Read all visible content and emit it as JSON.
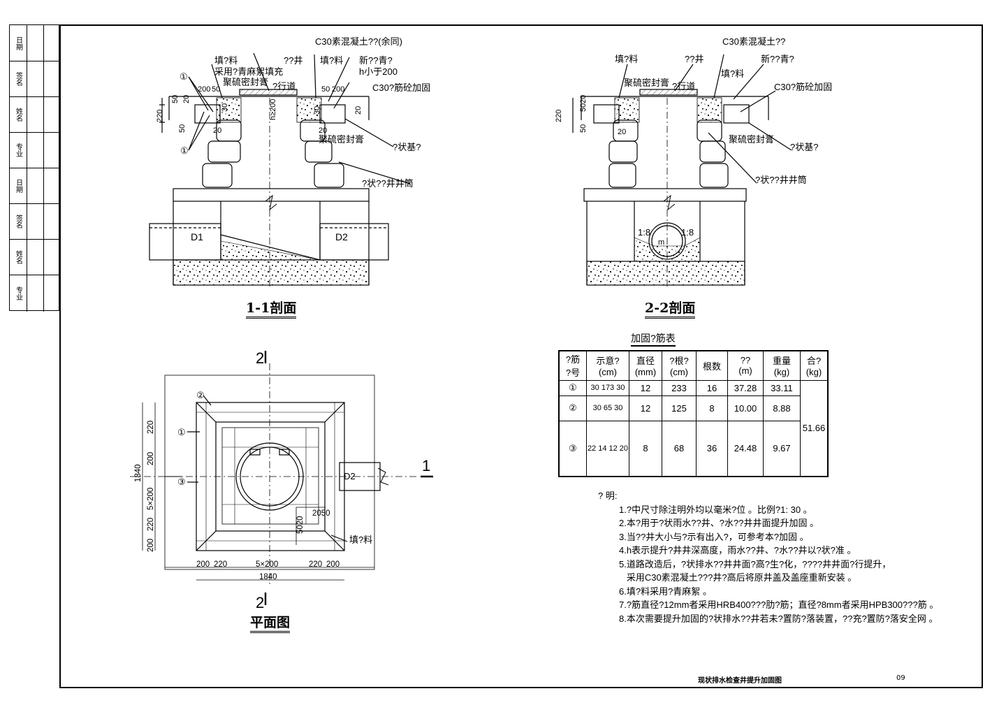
{
  "side_labels": [
    "日期",
    "签名",
    "姓名",
    "专业",
    "日期",
    "签名",
    "姓名",
    "专业"
  ],
  "sec11": {
    "title": "1-1剖面",
    "labels": {
      "c30": "C30素混凝土??(余同)",
      "fill1": "填?料",
      "fill_note": "采用?青麻絮填充",
      "well": "??井",
      "fill2": "填?料",
      "new_asphalt": "新??青?",
      "h_min": "h小于200",
      "sealant_top": "聚硫密封膏",
      "sidewalk": "?行道",
      "c30_rebar": "C30?筋砼加固",
      "sealant_bottom": "聚硫密封膏",
      "base": "?状基?",
      "shaft": "?状??井井筒",
      "d1": "D1",
      "d2": "D2",
      "circle1": "①",
      "circle2": "①"
    },
    "dims": [
      "200",
      "50",
      "20",
      "50",
      "30",
      "50",
      "20",
      "220",
      "30",
      "50",
      "20",
      "200",
      "20",
      "20",
      "h≥200"
    ]
  },
  "sec22": {
    "title": "2-2剖面",
    "labels": {
      "c30": "C30素混凝土??",
      "fill1": "填?料",
      "well": "??井",
      "new_asphalt": "新??青?",
      "fill2": "填?料",
      "sealant_top": "聚硫密封膏",
      "sidewalk": "?行道",
      "c30_rebar": "C30?筋砼加固",
      "sealant_bottom": "聚硫密封膏",
      "base": "?状基?",
      "shaft": "?状??井井筒",
      "slope_left": "1:8",
      "slope_right": "1:8",
      "pipe": "m"
    },
    "dims": [
      "220",
      "50",
      "20",
      "50",
      "20",
      "20"
    ]
  },
  "plan": {
    "title": "平面图",
    "section_mark_top": "2",
    "section_mark_bottom": "2",
    "section_mark_right": "1",
    "d2": "D2",
    "circle1": "①",
    "circle2": "②",
    "circle3": "③",
    "fill": "填?料",
    "dims_bottom": [
      "200",
      "220",
      "5×200",
      "220",
      "200"
    ],
    "total_bottom": "1840",
    "dims_left": [
      "220",
      "200",
      "5×200",
      "220",
      "200"
    ],
    "total_left": "1840",
    "dim_inner_a": "2050",
    "dim_inner_b": "5020"
  },
  "rebar_table": {
    "caption": "加固?筋表",
    "headers": [
      "?筋\n?号",
      "示意?\n(cm)",
      "直径\n(mm)",
      "?根?\n(cm)",
      "根数",
      "??\n(m)",
      "重量\n(kg)",
      "合?\n(kg)"
    ],
    "rows": [
      {
        "id": "①",
        "sketch": "30 173 30",
        "dia": "12",
        "len": "233",
        "count": "16",
        "total_len": "37.28",
        "weight": "33.11"
      },
      {
        "id": "②",
        "sketch": "30 65 30",
        "dia": "12",
        "len": "125",
        "count": "8",
        "total_len": "10.00",
        "weight": "8.88"
      },
      {
        "id": "③",
        "sketch": "22 14 12 20",
        "dia": "8",
        "len": "68",
        "count": "36",
        "total_len": "24.48",
        "weight": "9.67"
      }
    ],
    "sum": "51.66"
  },
  "notes": {
    "heading": "?  明:",
    "items": [
      "1.?中尺寸除注明外均以毫米?位 。比例?1: 30 。",
      "2.本?用于?状雨水??井、?水??井井面提升加固 。",
      "3.当??井大小与?示有出入?，可参考本?加固 。",
      "4.h表示提升?井井深高度，雨水??井、?水??井以?状?准 。",
      "5.道路改造后，?状排水??井井面?高?生?化，????井井面?行提升，",
      "   采用C30素混凝土???井?高后将原井盖及盖座重新安装 。",
      "6.填?料采用?青麻絮 。",
      "7.?筋直径?12mm者采用HRB400???肋?筋；直径?8mm者采用HPB300???筋 。",
      "8.本次需要提升加固的?状排水??井若未?置防?落装置，??充?置防?落安全网 。"
    ]
  },
  "footer": {
    "title": "现状排水检查井提升加固图",
    "page": "09"
  }
}
